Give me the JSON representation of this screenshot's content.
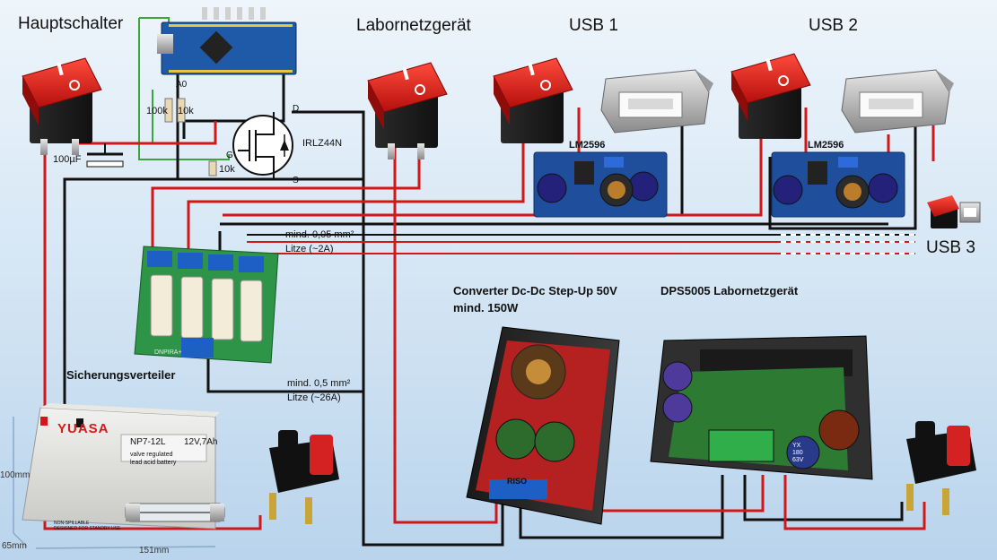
{
  "headings": {
    "main_switch": "Hauptschalter",
    "lab_supply": "Labornetzgerät",
    "usb1": "USB 1",
    "usb2": "USB 2",
    "usb3": "USB 3"
  },
  "components": {
    "reg1": "LM2596",
    "reg2": "LM2596",
    "mosfet": "IRLZ44N",
    "cap": "100µF",
    "r1": "100k",
    "r2": "10k",
    "r3": "10k",
    "pin_a0": "A0",
    "pin_d": "D",
    "pin_g": "G",
    "pin_s": "S",
    "fuse_box": "Sicherungsverteiler",
    "fuse_board_mark": "DNPIRA+",
    "converter_line1": "Converter Dc-Dc Step-Up 50V",
    "converter_line2": "mind. 150W",
    "dps": "DPS5005 Labornetzgerät",
    "battery_brand": "YUASA",
    "battery_model": "NP7-12L",
    "battery_rating": "12V,7Ah",
    "battery_text1": "valve regulated",
    "battery_text2": "lead acid battery",
    "battery_text3": "NON-SPILLABLE",
    "battery_text4": "DESIGNED FOR STANDBY USE",
    "cap_text1": "YX",
    "cap_text2": "180",
    "cap_text3": "63V",
    "conv_brand": "RISO"
  },
  "wires": {
    "thin_label1": "mind. 0,05 mm²",
    "thin_label2": "Litze (~2A)",
    "thick_label1": "mind. 0,5 mm²",
    "thick_label2": "Litze (~26A)"
  },
  "dimensions": {
    "height": "100mm",
    "depth": "65mm",
    "width": "151mm"
  },
  "colors": {
    "wire_red": "#d01818",
    "wire_black": "#111111",
    "wire_green": "#3aa63a",
    "switch_red": "#e0201c",
    "pcb_blue": "#1f4f9c",
    "pcb_green": "#2f8a3a"
  }
}
